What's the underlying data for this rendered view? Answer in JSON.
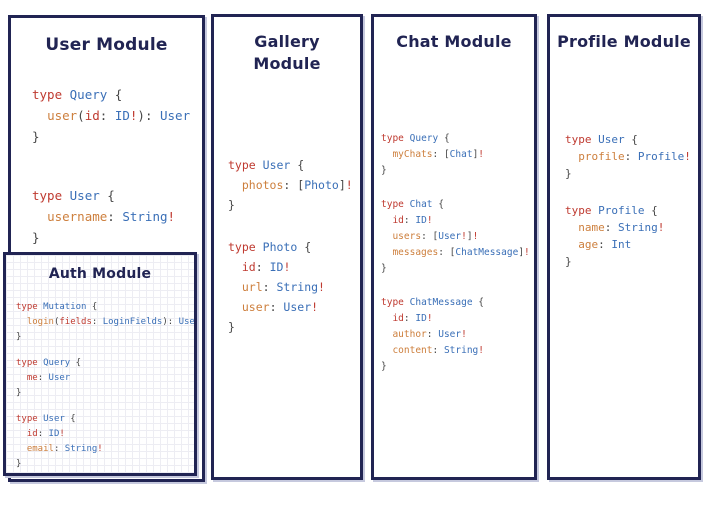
{
  "colors": {
    "border-navy": "#212453",
    "keyword-red": "#bf3a30",
    "type-blue": "#3a6fb7",
    "field-orange": "#cd7f3d",
    "punct-gray": "#474747",
    "background": "#ffffff"
  },
  "syntax_legend": {
    "k": "graphql-keyword",
    "t": "type-name",
    "f": "field-name",
    "a": "argument-or-id-name",
    "p": "punctuation",
    "b": "non-null-bang"
  },
  "modules": [
    {
      "id": "user",
      "title": "User Module",
      "blocks": [
        [
          [
            [
              "k",
              "type"
            ],
            [
              "p",
              " "
            ],
            [
              "t",
              "Query"
            ],
            [
              "p",
              " {"
            ]
          ],
          [
            [
              "p",
              "  "
            ],
            [
              "f",
              "user"
            ],
            [
              "p",
              "("
            ],
            [
              "a",
              "id"
            ],
            [
              "p",
              ": "
            ],
            [
              "t",
              "ID"
            ],
            [
              "b",
              "!"
            ],
            [
              "p",
              "): "
            ],
            [
              "t",
              "User"
            ]
          ],
          [
            [
              "p",
              "}"
            ]
          ]
        ],
        [
          [
            [
              "k",
              "type"
            ],
            [
              "p",
              " "
            ],
            [
              "t",
              "User"
            ],
            [
              "p",
              " {"
            ]
          ],
          [
            [
              "p",
              "  "
            ],
            [
              "f",
              "username"
            ],
            [
              "p",
              ": "
            ],
            [
              "t",
              "String"
            ],
            [
              "b",
              "!"
            ]
          ],
          [
            [
              "p",
              "}"
            ]
          ]
        ]
      ]
    },
    {
      "id": "auth",
      "title": "Auth Module",
      "blocks": [
        [
          [
            [
              "k",
              "type"
            ],
            [
              "p",
              " "
            ],
            [
              "t",
              "Mutation"
            ],
            [
              "p",
              " {"
            ]
          ],
          [
            [
              "p",
              "  "
            ],
            [
              "f",
              "login"
            ],
            [
              "p",
              "("
            ],
            [
              "a",
              "fields"
            ],
            [
              "p",
              ": "
            ],
            [
              "t",
              "LoginFields"
            ],
            [
              "p",
              "): "
            ],
            [
              "t",
              "User"
            ]
          ],
          [
            [
              "p",
              "}"
            ]
          ]
        ],
        [
          [
            [
              "k",
              "type"
            ],
            [
              "p",
              " "
            ],
            [
              "t",
              "Query"
            ],
            [
              "p",
              " {"
            ]
          ],
          [
            [
              "p",
              "  "
            ],
            [
              "a",
              "me"
            ],
            [
              "p",
              ": "
            ],
            [
              "t",
              "User"
            ]
          ],
          [
            [
              "p",
              "}"
            ]
          ]
        ],
        [
          [
            [
              "k",
              "type"
            ],
            [
              "p",
              " "
            ],
            [
              "t",
              "User"
            ],
            [
              "p",
              " {"
            ]
          ],
          [
            [
              "p",
              "  "
            ],
            [
              "a",
              "id"
            ],
            [
              "p",
              ": "
            ],
            [
              "t",
              "ID"
            ],
            [
              "b",
              "!"
            ]
          ],
          [
            [
              "p",
              "  "
            ],
            [
              "f",
              "email"
            ],
            [
              "p",
              ": "
            ],
            [
              "t",
              "String"
            ],
            [
              "b",
              "!"
            ]
          ],
          [
            [
              "p",
              "}"
            ]
          ]
        ]
      ]
    },
    {
      "id": "gallery",
      "title": "Gallery Module",
      "blocks": [
        [
          [
            [
              "k",
              "type"
            ],
            [
              "p",
              " "
            ],
            [
              "t",
              "User"
            ],
            [
              "p",
              " {"
            ]
          ],
          [
            [
              "p",
              "  "
            ],
            [
              "f",
              "photos"
            ],
            [
              "p",
              ": ["
            ],
            [
              "t",
              "Photo"
            ],
            [
              "p",
              "]"
            ],
            [
              "b",
              "!"
            ]
          ],
          [
            [
              "p",
              "}"
            ]
          ]
        ],
        [
          [
            [
              "k",
              "type"
            ],
            [
              "p",
              " "
            ],
            [
              "t",
              "Photo"
            ],
            [
              "p",
              " {"
            ]
          ],
          [
            [
              "p",
              "  "
            ],
            [
              "a",
              "id"
            ],
            [
              "p",
              ": "
            ],
            [
              "t",
              "ID"
            ],
            [
              "b",
              "!"
            ]
          ],
          [
            [
              "p",
              "  "
            ],
            [
              "f",
              "url"
            ],
            [
              "p",
              ": "
            ],
            [
              "t",
              "String"
            ],
            [
              "b",
              "!"
            ]
          ],
          [
            [
              "p",
              "  "
            ],
            [
              "f",
              "user"
            ],
            [
              "p",
              ": "
            ],
            [
              "t",
              "User"
            ],
            [
              "b",
              "!"
            ]
          ],
          [
            [
              "p",
              "}"
            ]
          ]
        ]
      ]
    },
    {
      "id": "chat",
      "title": "Chat Module",
      "blocks": [
        [
          [
            [
              "k",
              "type"
            ],
            [
              "p",
              " "
            ],
            [
              "t",
              "Query"
            ],
            [
              "p",
              " {"
            ]
          ],
          [
            [
              "p",
              "  "
            ],
            [
              "f",
              "myChats"
            ],
            [
              "p",
              ": ["
            ],
            [
              "t",
              "Chat"
            ],
            [
              "p",
              "]"
            ],
            [
              "b",
              "!"
            ]
          ],
          [
            [
              "p",
              "}"
            ]
          ]
        ],
        [
          [
            [
              "k",
              "type"
            ],
            [
              "p",
              " "
            ],
            [
              "t",
              "Chat"
            ],
            [
              "p",
              " {"
            ]
          ],
          [
            [
              "p",
              "  "
            ],
            [
              "a",
              "id"
            ],
            [
              "p",
              ": "
            ],
            [
              "t",
              "ID"
            ],
            [
              "b",
              "!"
            ]
          ],
          [
            [
              "p",
              "  "
            ],
            [
              "f",
              "users"
            ],
            [
              "p",
              ": ["
            ],
            [
              "t",
              "User"
            ],
            [
              "b",
              "!"
            ],
            [
              "p",
              "]"
            ],
            [
              "b",
              "!"
            ]
          ],
          [
            [
              "p",
              "  "
            ],
            [
              "f",
              "messages"
            ],
            [
              "p",
              ": ["
            ],
            [
              "t",
              "ChatMessage"
            ],
            [
              "p",
              "]"
            ],
            [
              "b",
              "!"
            ]
          ],
          [
            [
              "p",
              "}"
            ]
          ]
        ],
        [
          [
            [
              "k",
              "type"
            ],
            [
              "p",
              " "
            ],
            [
              "t",
              "ChatMessage"
            ],
            [
              "p",
              " {"
            ]
          ],
          [
            [
              "p",
              "  "
            ],
            [
              "a",
              "id"
            ],
            [
              "p",
              ": "
            ],
            [
              "t",
              "ID"
            ],
            [
              "b",
              "!"
            ]
          ],
          [
            [
              "p",
              "  "
            ],
            [
              "f",
              "author"
            ],
            [
              "p",
              ": "
            ],
            [
              "t",
              "User"
            ],
            [
              "b",
              "!"
            ]
          ],
          [
            [
              "p",
              "  "
            ],
            [
              "f",
              "content"
            ],
            [
              "p",
              ": "
            ],
            [
              "t",
              "String"
            ],
            [
              "b",
              "!"
            ]
          ],
          [
            [
              "p",
              "}"
            ]
          ]
        ]
      ]
    },
    {
      "id": "profile",
      "title": "Profile Module",
      "blocks": [
        [
          [
            [
              "k",
              "type"
            ],
            [
              "p",
              " "
            ],
            [
              "t",
              "User"
            ],
            [
              "p",
              " {"
            ]
          ],
          [
            [
              "p",
              "  "
            ],
            [
              "f",
              "profile"
            ],
            [
              "p",
              ": "
            ],
            [
              "t",
              "Profile"
            ],
            [
              "b",
              "!"
            ]
          ],
          [
            [
              "p",
              "}"
            ]
          ]
        ],
        [
          [
            [
              "k",
              "type"
            ],
            [
              "p",
              " "
            ],
            [
              "t",
              "Profile"
            ],
            [
              "p",
              " {"
            ]
          ],
          [
            [
              "p",
              "  "
            ],
            [
              "f",
              "name"
            ],
            [
              "p",
              ": "
            ],
            [
              "t",
              "String"
            ],
            [
              "b",
              "!"
            ]
          ],
          [
            [
              "p",
              "  "
            ],
            [
              "f",
              "age"
            ],
            [
              "p",
              ": "
            ],
            [
              "t",
              "Int"
            ]
          ],
          [
            [
              "p",
              "}"
            ]
          ]
        ]
      ]
    }
  ]
}
